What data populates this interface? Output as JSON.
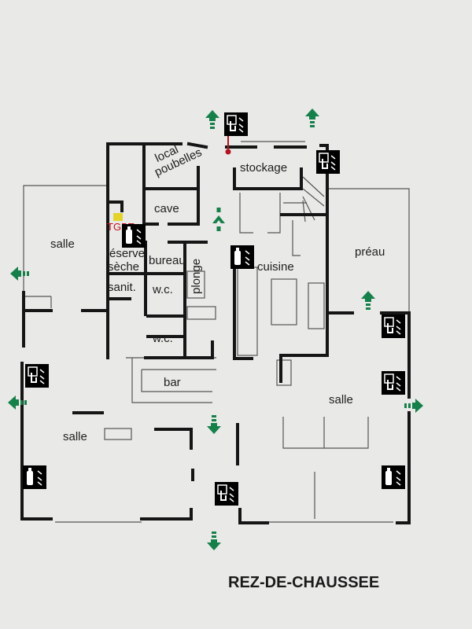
{
  "title": "REZ-DE-CHAUSSEE",
  "rooms": {
    "local_poubelles_1": "local",
    "local_poubelles_2": "poubelles",
    "stockage": "stockage",
    "cave": "cave",
    "tgbt": "TGBT",
    "salle_nw": "salle",
    "reserve_1": "réserve",
    "reserve_2": "sèche",
    "bureau": "bureau",
    "plonge": "plonge",
    "sanit": "sanit.",
    "wc_1": "w.c.",
    "wc_2": "w.c.",
    "cuisine": "cuisine",
    "preau": "préau",
    "bar": "bar",
    "salle_e": "salle",
    "salle_sw": "salle"
  },
  "legend_icons": {
    "extinguisher": "fire-extinguisher-icon",
    "alarm": "fire-alarm-call-point-icon",
    "exit": "emergency-exit-arrow-icon"
  },
  "colors": {
    "safety_red": "#b3141f",
    "exit_green": "#16804a",
    "walls": "#151515",
    "paper": "#e9e9e7"
  }
}
